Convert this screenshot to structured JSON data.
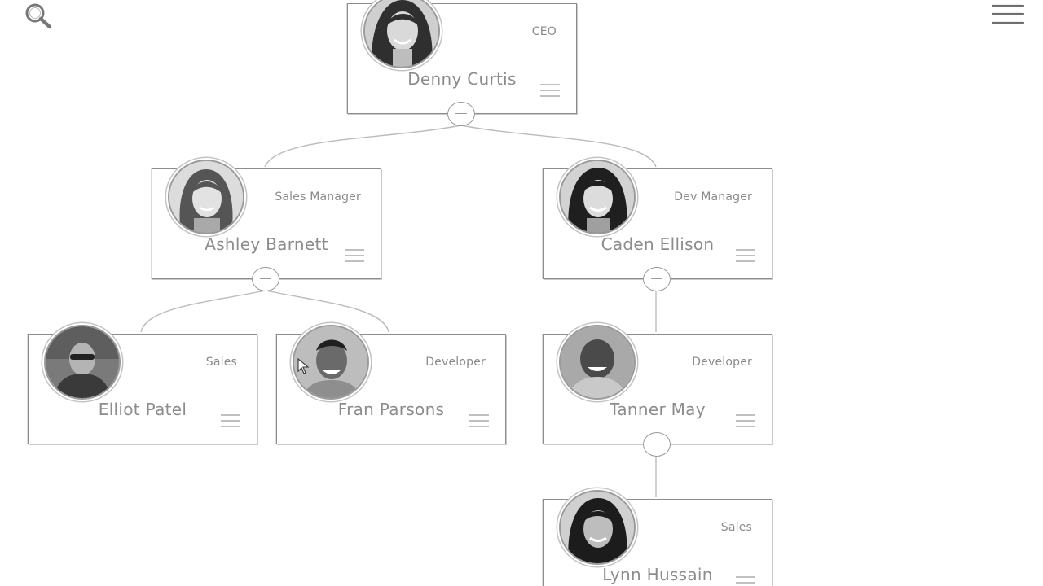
{
  "icons": {
    "search": "search-icon",
    "menu": "hamburger-menu-icon",
    "card_menu": "card-menu-icon",
    "toggle": "collapse-minus-icon"
  },
  "colors": {
    "line": "#b5b5b5",
    "border": "#8d8d8d",
    "text": "#8c8c8c"
  },
  "employees": [
    {
      "id": "denny",
      "name": "Denny Curtis",
      "role": "CEO"
    },
    {
      "id": "ashley",
      "name": "Ashley Barnett",
      "role": "Sales Manager"
    },
    {
      "id": "caden",
      "name": "Caden Ellison",
      "role": "Dev Manager"
    },
    {
      "id": "elliot",
      "name": "Elliot Patel",
      "role": "Sales"
    },
    {
      "id": "fran",
      "name": "Fran Parsons",
      "role": "Developer"
    },
    {
      "id": "tanner",
      "name": "Tanner May",
      "role": "Developer"
    },
    {
      "id": "lynn",
      "name": "Lynn Hussain",
      "role": "Sales"
    }
  ]
}
